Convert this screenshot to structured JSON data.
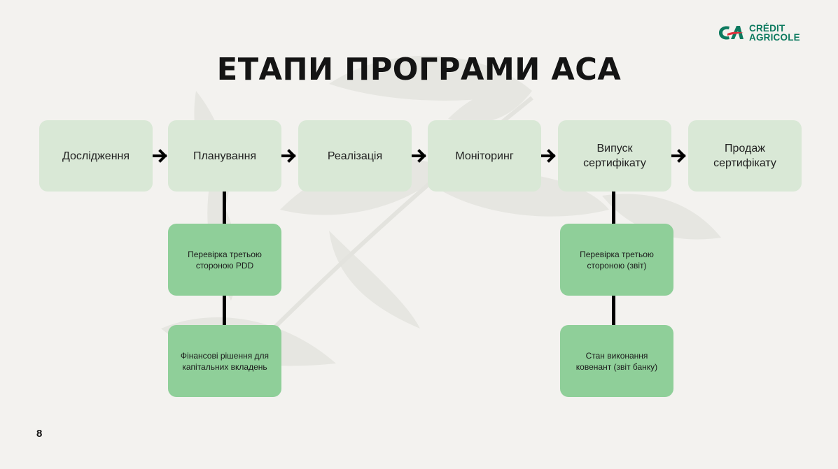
{
  "title": "ЕТАПИ ПРОГРАМИ ACA",
  "logo": {
    "line1": "CRÉDIT",
    "line2": "AGRICOLE",
    "mark": "ca-logo-icon",
    "color": "#0d7a5f"
  },
  "stages": [
    {
      "label": "Дослідження"
    },
    {
      "label": "Планування"
    },
    {
      "label": "Реалізація"
    },
    {
      "label": "Моніторинг"
    },
    {
      "label": "Випуск сертифікату"
    },
    {
      "label": "Продаж сертифікату"
    }
  ],
  "sub_steps": {
    "planning": [
      {
        "label": "Перевірка третьою стороною РDD"
      },
      {
        "label": "Фінансові рішення для капітальних вкладень"
      }
    ],
    "certificate": [
      {
        "label": "Перевірка третьою стороною (звіт)"
      },
      {
        "label": "Стан виконання ковенант (звіт банку)"
      }
    ]
  },
  "colors": {
    "stage_fill": "#d9e8d6",
    "sub_fill": "#8fcf99",
    "background": "#f3f2ef"
  },
  "page_number": "8"
}
